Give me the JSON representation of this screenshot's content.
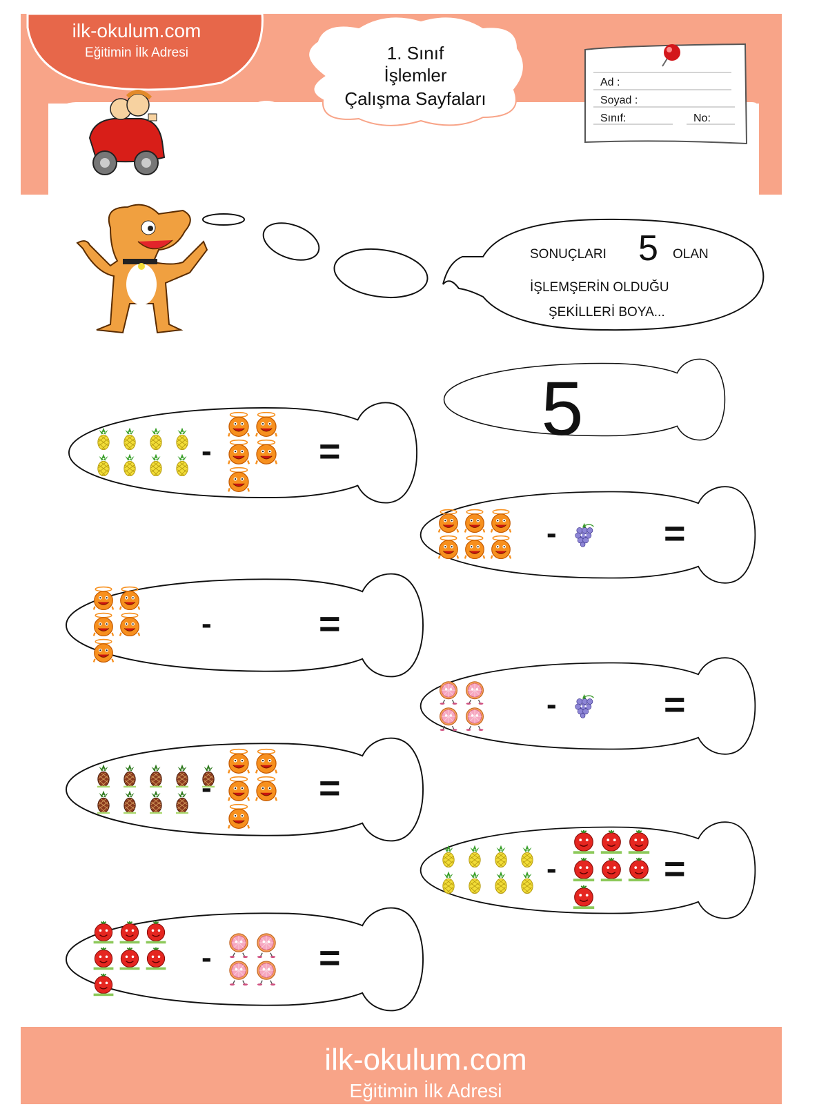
{
  "brand": {
    "site": "ilk-okulum.com",
    "tagline": "Eğitimin İlk Adresi"
  },
  "header": {
    "line1": "1. Sınıf",
    "line2": "İşlemler",
    "line3": "Çalışma Sayfaları"
  },
  "name_card": {
    "ad": "Ad :",
    "soyad": "Soyad :",
    "sinif": "Sınıf:",
    "no": "No:"
  },
  "instruction": {
    "pre": "SONUÇLARI",
    "number": "5",
    "post": "OLAN",
    "line2": "İŞLEMŞERİN OLDUĞU",
    "line3": "ŞEKİLLERİ BOYA..."
  },
  "target": {
    "number": "5"
  },
  "footer": {
    "site": "ilk-okulum.com",
    "tagline": "Eğitimin İlk Adresi"
  },
  "operators": {
    "minus": "-",
    "equals": "="
  },
  "problems": [
    {
      "left_fruit": "pineapple",
      "left_count": 8,
      "right_fruit": "orange",
      "right_count": 5
    },
    {
      "left_fruit": "orange",
      "left_count": 6,
      "right_fruit": "grape",
      "right_count": 1
    },
    {
      "left_fruit": "orange",
      "left_count": 5,
      "right_fruit": "none",
      "right_count": 0
    },
    {
      "left_fruit": "grapefruit",
      "left_count": 4,
      "right_fruit": "grape",
      "right_count": 1
    },
    {
      "left_fruit": "dark-pineapple",
      "left_count": 9,
      "right_fruit": "orange",
      "right_count": 5
    },
    {
      "left_fruit": "pineapple",
      "left_count": 8,
      "right_fruit": "tomato",
      "right_count": 7
    },
    {
      "left_fruit": "tomato",
      "left_count": 7,
      "right_fruit": "grapefruit",
      "right_count": 4
    }
  ],
  "colors": {
    "salmon": "#f8a488",
    "salmon_dark": "#e7674a",
    "pineapple": "#f2dd38",
    "orange": "#f7901e",
    "tomato": "#e52620",
    "grape": "#8e86d6",
    "grapefruit": "#f6a6bf",
    "dog": "#f0a040"
  }
}
